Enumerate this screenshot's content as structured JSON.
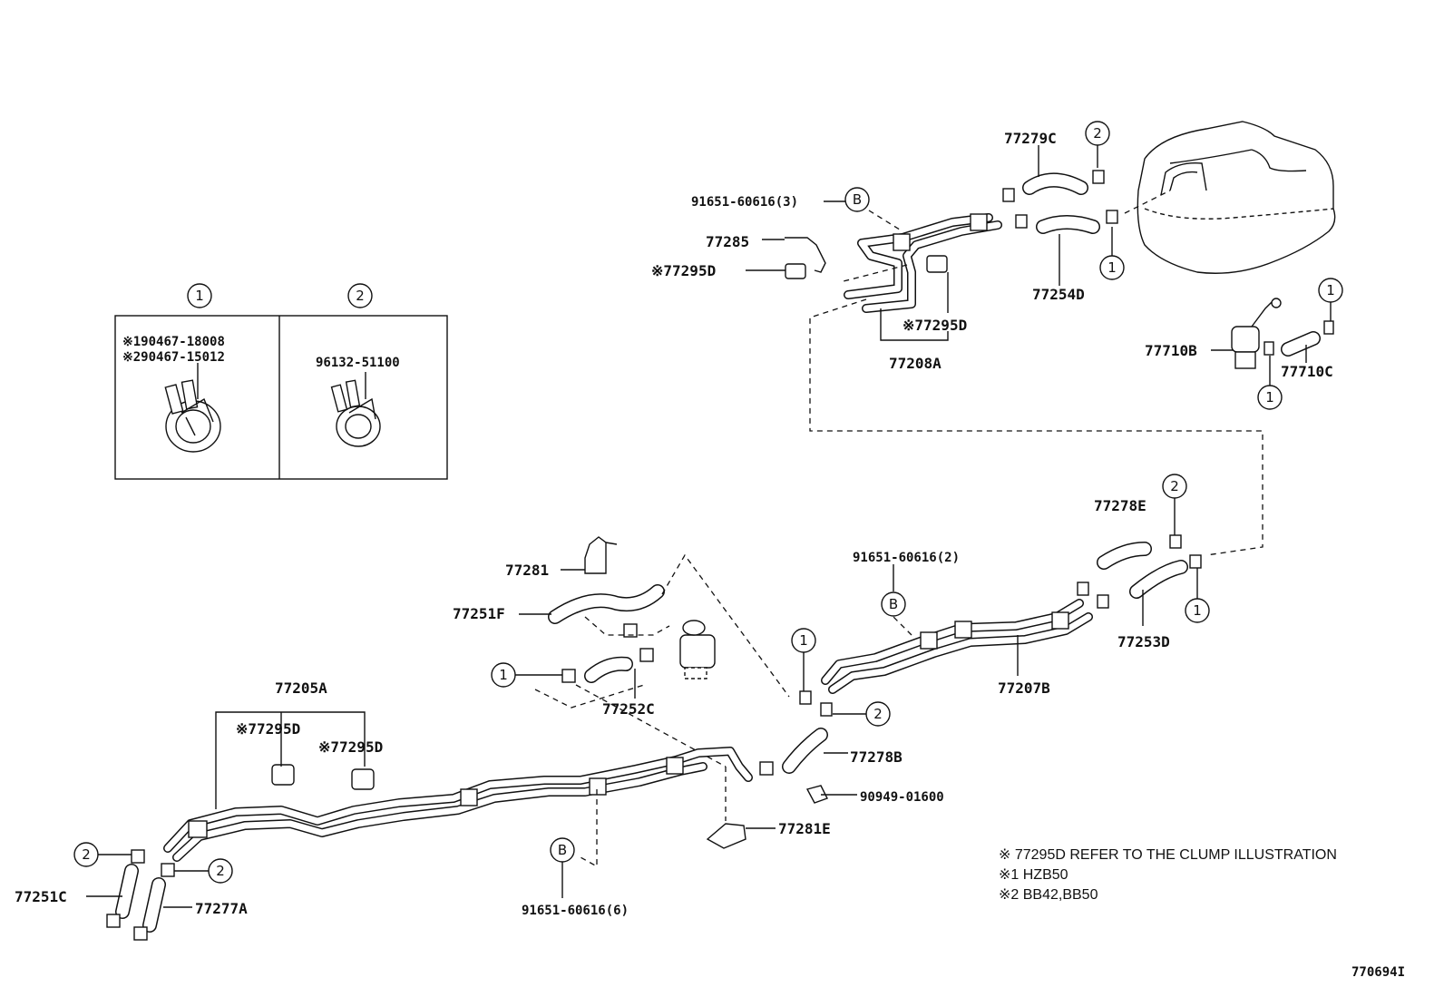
{
  "labels": {
    "p77279C": "77279C",
    "p91651_3": "91651-60616(3)",
    "p77285": "77285",
    "p77295D_a": "※77295D",
    "p77254D": "77254D",
    "p77295D_b": "※77295D",
    "p77208A": "77208A",
    "p77710B": "77710B",
    "p77710C": "77710C",
    "p77278E": "77278E",
    "p91651_2": "91651-60616(2)",
    "p77253D": "77253D",
    "p77207B": "77207B",
    "p77281": "77281",
    "p77251F": "77251F",
    "p77252C": "77252C",
    "p77205A": "77205A",
    "p77295D_c": "※77295D",
    "p77295D_d": "※77295D",
    "p77278B": "77278B",
    "p90949": "90949-01600",
    "p77281E": "77281E",
    "p91651_6": "91651-60616(6)",
    "p77251C": "77251C",
    "p77277A": "77277A"
  },
  "inset": {
    "clamp1_ref": "1",
    "clamp2_ref": "2",
    "clamp1_part_a": "※190467-18008",
    "clamp1_part_b": "※290467-15012",
    "clamp2_part": "96132-51100"
  },
  "refs": {
    "one": "1",
    "two": "2",
    "b": "B"
  },
  "notes": {
    "line1": "※  77295D REFER TO THE CLUMP ILLUSTRATION",
    "line2": "※1 HZB50",
    "line3": "※2 BB42,BB50"
  },
  "figure_id": "770694I"
}
